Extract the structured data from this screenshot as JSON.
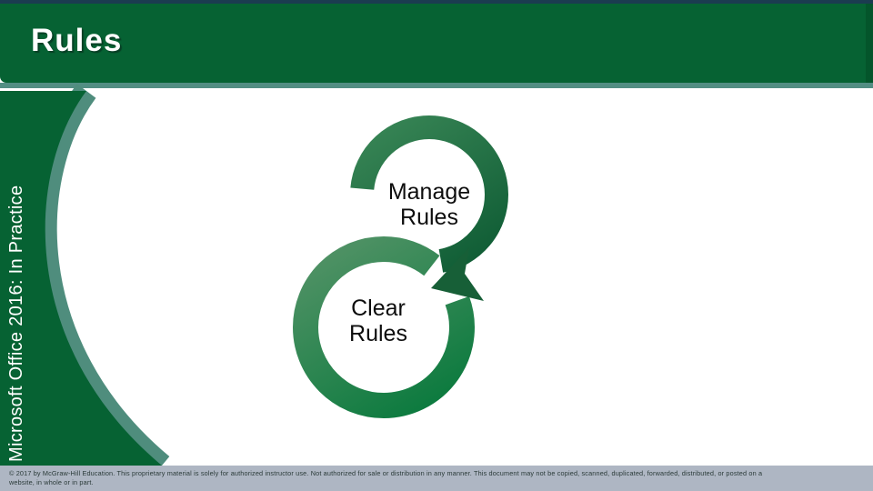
{
  "slide": {
    "title": "Rules",
    "sidebar_text": "Microsoft Office 2016:  In Practice",
    "diagram": {
      "type": "cycle",
      "nodes": [
        {
          "label": "Manage\nRules"
        },
        {
          "label": "Clear\nRules"
        }
      ]
    },
    "footer": {
      "line1": "© 2017 by McGraw-Hill Education. This proprietary material is solely for authorized instructor use. Not  authorized for sale or distribution in any manner. This document may not be copied, scanned, duplicated, forwarded, distributed, or posted on a",
      "line2": "website, in whole or in part."
    },
    "colors": {
      "header_green": "#066233",
      "top_navy_strip": "#1b3c50",
      "teal_accent": "#528e83",
      "curve_rim_teal": "#4f8d7d",
      "ring_green_light": "#579469",
      "ring_green_dark": "#0b7a3e",
      "arrowhead_green": "#175f37",
      "footer_background": "#aeb6c3",
      "footer_text": "#2a3a38",
      "title_text": "#ffffff"
    }
  }
}
